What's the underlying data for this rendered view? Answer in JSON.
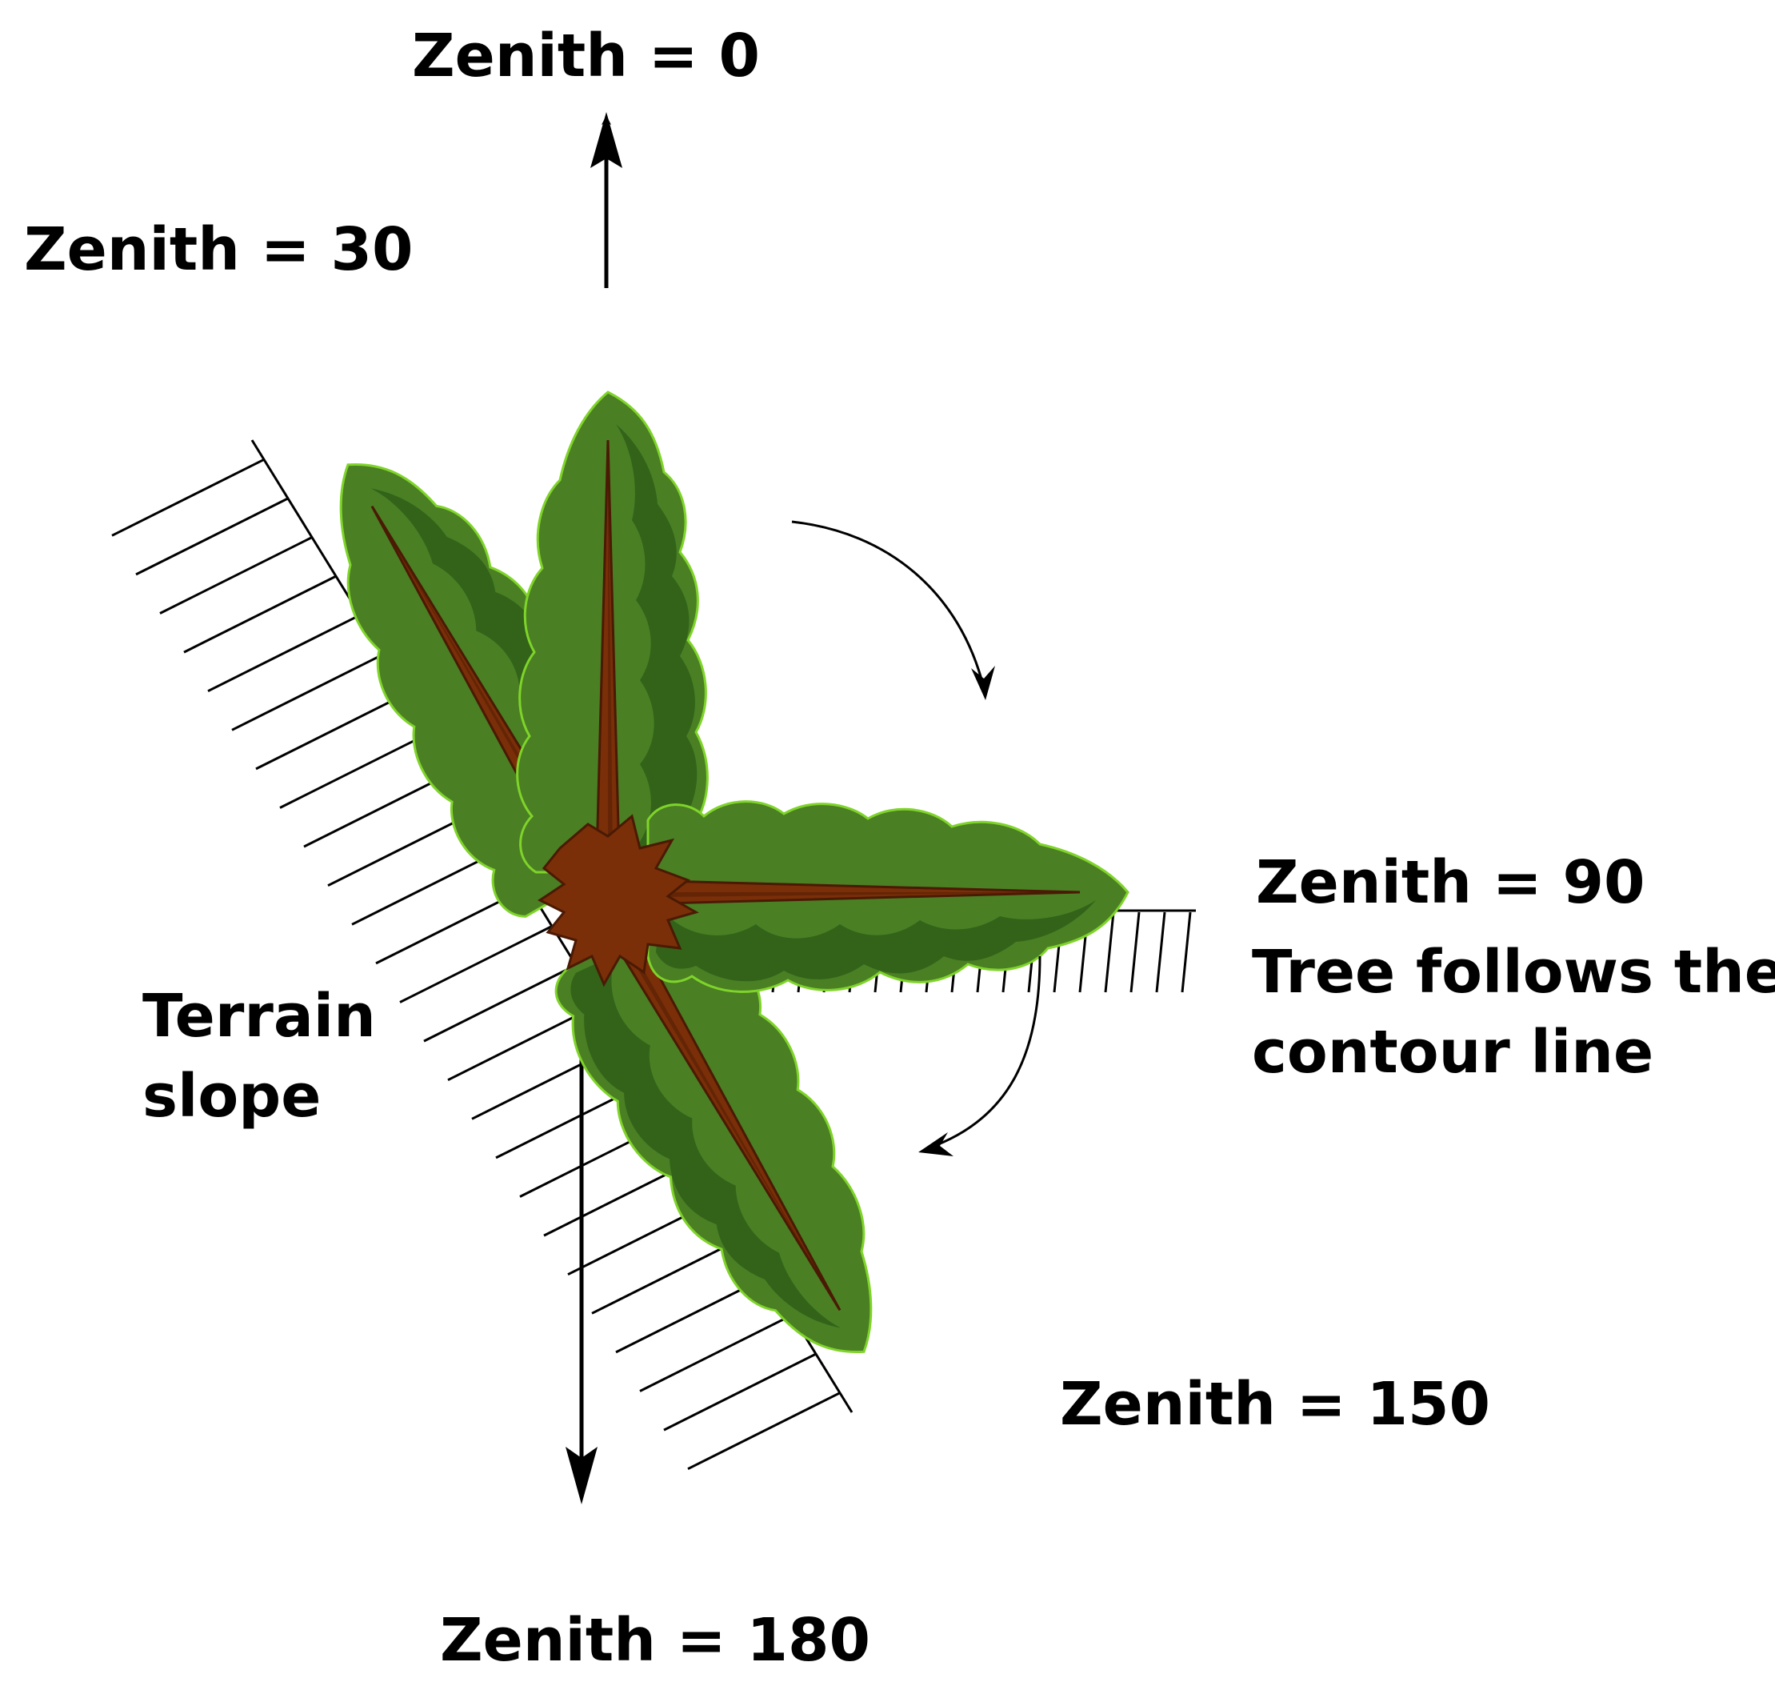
{
  "labels": {
    "zenith_0": "Zenith = 0",
    "zenith_30": "Zenith = 30",
    "zenith_90": "Zenith = 90",
    "zenith_90_note_line1": "Tree follows the",
    "zenith_90_note_line2": "contour line",
    "zenith_150": "Zenith = 150",
    "zenith_180": "Zenith = 180",
    "terrain_line1": "Terrain",
    "terrain_line2": "slope"
  },
  "trees": [
    {
      "name": "tree-zenith-0",
      "zenith": 0
    },
    {
      "name": "tree-zenith-30",
      "zenith": 30
    },
    {
      "name": "tree-zenith-90",
      "zenith": 90
    },
    {
      "name": "tree-zenith-150",
      "zenith": 150
    }
  ],
  "colors": {
    "foliage_light": "#4a7f24",
    "foliage_dark": "#2e5e17",
    "foliage_edge": "#7fd42a",
    "trunk": "#7a2f08",
    "trunk_dark": "#4a1a04",
    "ink": "#000000"
  }
}
